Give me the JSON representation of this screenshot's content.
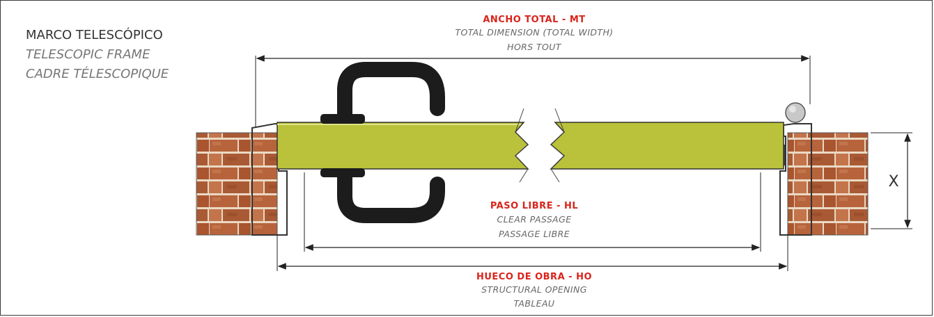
{
  "title": {
    "es": "MARCO TELESCÓPICO",
    "en": "TELESCOPIC FRAME",
    "fr": "CADRE TÉLESCOPIQUE"
  },
  "dimensions": {
    "total": {
      "es": "ANCHO TOTAL - MT",
      "en": "TOTAL DIMENSION (TOTAL WIDTH)",
      "fr": "HORS TOUT"
    },
    "clear": {
      "es": "PASO LIBRE - HL",
      "en": "CLEAR PASSAGE",
      "fr": "PASSAGE LIBRE"
    },
    "opening": {
      "es": "HUECO DE OBRA - HO",
      "en": "STRUCTURAL OPENING",
      "fr": "TABLEAU"
    },
    "depth": "X"
  },
  "colors": {
    "door_leaf": "#b9c23a",
    "brick": "#b7643c",
    "mortar": "#ead9c4",
    "handle": "#1c1c1c",
    "accent": "#d9241b"
  }
}
